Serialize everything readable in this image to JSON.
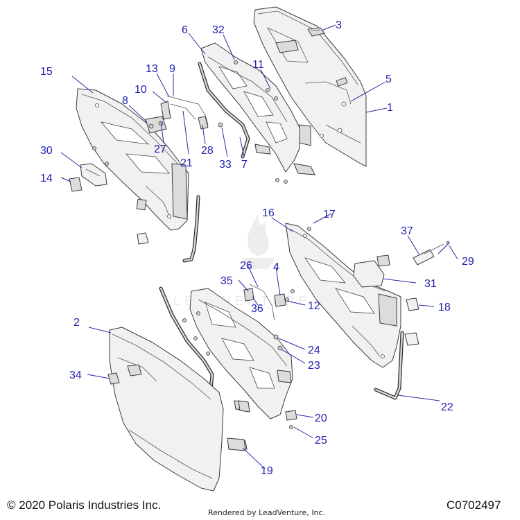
{
  "footer": {
    "copyright": "© 2020 Polaris Industries Inc.",
    "rendered_by": "Rendered by LeadVenture, Inc.",
    "diagram_code": "C0702497"
  },
  "watermark": {
    "text": "LEADVENTURE"
  },
  "callouts": {
    "c1": "1",
    "c2": "2",
    "c3": "3",
    "c4": "4",
    "c5": "5",
    "c6": "6",
    "c7": "7",
    "c8": "8",
    "c9": "9",
    "c10": "10",
    "c11": "11",
    "c12": "12",
    "c13": "13",
    "c14": "14",
    "c15": "15",
    "c16": "16",
    "c17": "17",
    "c18": "18",
    "c19": "19",
    "c20": "20",
    "c21": "21",
    "c22": "22",
    "c23": "23",
    "c24": "24",
    "c25": "25",
    "c26": "26",
    "c27": "27",
    "c28": "28",
    "c29": "29",
    "c30": "30",
    "c31": "31",
    "c32": "32",
    "c33": "33",
    "c34": "34",
    "c35": "35",
    "c36": "36",
    "c37": "37"
  },
  "colors": {
    "callout": "#2222b0",
    "part_fill": "#f1f1f1",
    "outline": "#3a3a3a"
  }
}
